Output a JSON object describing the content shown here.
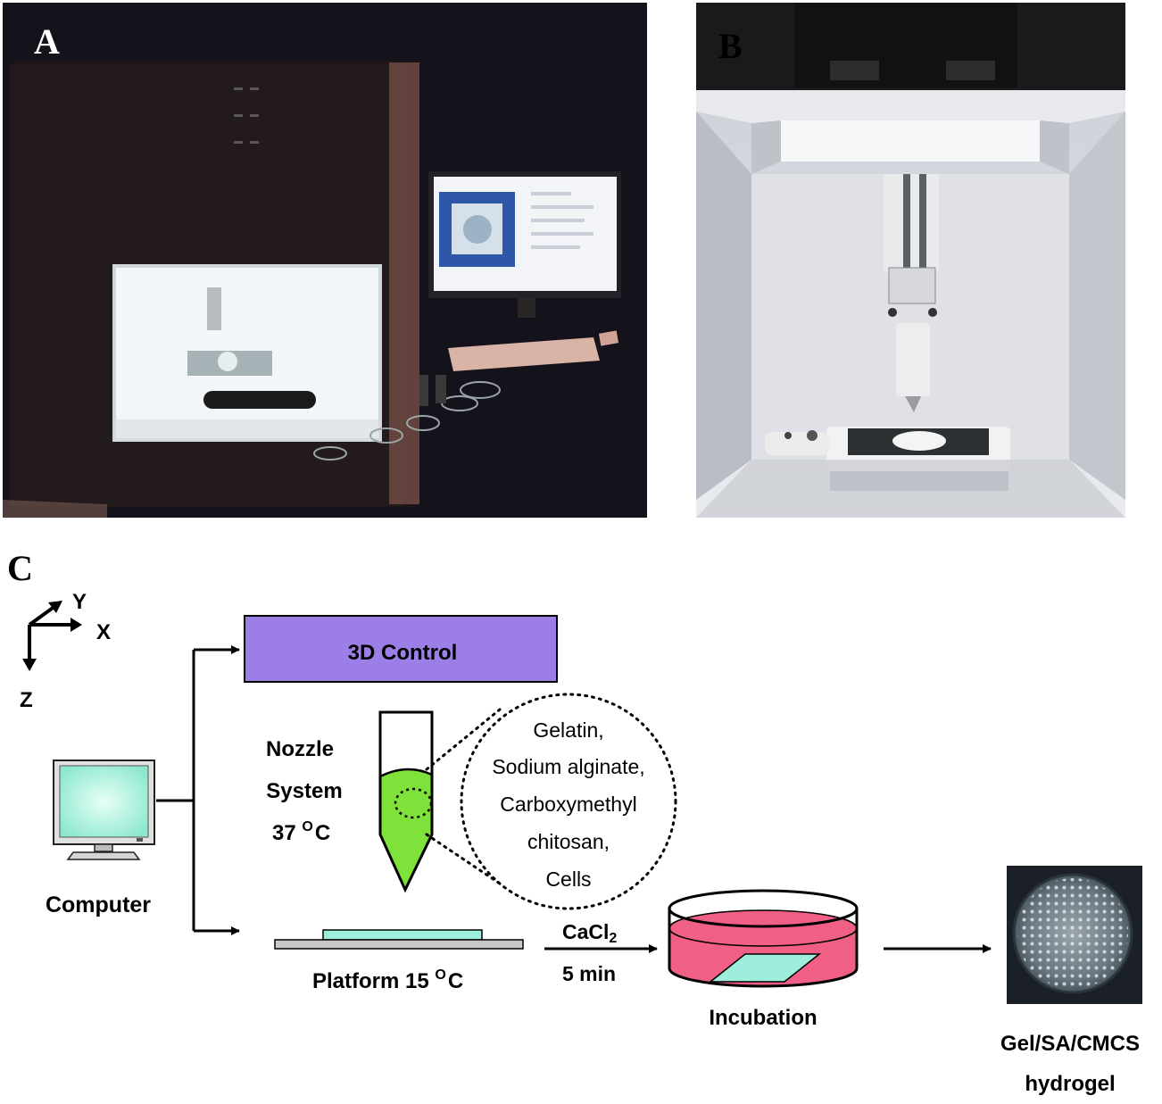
{
  "panels": {
    "a": {
      "label": "A"
    },
    "b": {
      "label": "B"
    },
    "c": {
      "label": "C"
    }
  },
  "axes": {
    "y": "Y",
    "x": "X",
    "z": "Z"
  },
  "control_box": {
    "label": "3D Control"
  },
  "nozzle": {
    "line1": "Nozzle",
    "line2": "System",
    "temp_value": "37 ",
    "temp_unit": "C",
    "degree": "O"
  },
  "ink": {
    "line1": "Gelatin,",
    "line2": "Sodium alginate,",
    "line3": "Carboxymethyl",
    "line4": "chitosan,",
    "line5": "Cells"
  },
  "computer": {
    "label": "Computer"
  },
  "platform": {
    "label_prefix": "Platform 15 ",
    "degree": "O",
    "unit": "C"
  },
  "crosslink": {
    "reagent_prefix": "CaCl",
    "reagent_sub": "2",
    "time": "5 min"
  },
  "incubation": {
    "label": "Incubation"
  },
  "product": {
    "line1": "Gel/SA/CMCS",
    "line2": "hydrogel"
  },
  "colors": {
    "control_box": "#9b7ee6",
    "ink_green": "#7ee23a",
    "screen": "#9af0d8",
    "dish_liquid": "#ef5f86",
    "scaffold": "#9eeedd"
  }
}
